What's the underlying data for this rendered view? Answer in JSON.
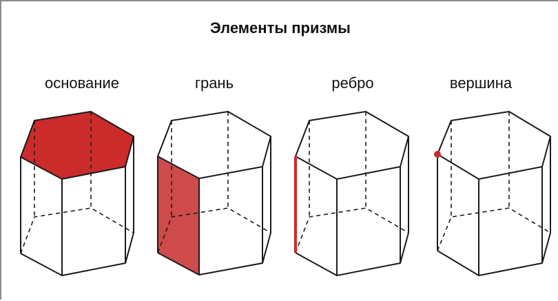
{
  "title": "Элементы призмы",
  "elements": [
    {
      "label": "основание",
      "highlight": "base"
    },
    {
      "label": "грань",
      "highlight": "face"
    },
    {
      "label": "ребро",
      "highlight": "edge"
    },
    {
      "label": "вершина",
      "highlight": "vertex"
    }
  ],
  "colors": {
    "highlight": "#cc2b2b",
    "highlight_fill": "#cf4a4a"
  }
}
